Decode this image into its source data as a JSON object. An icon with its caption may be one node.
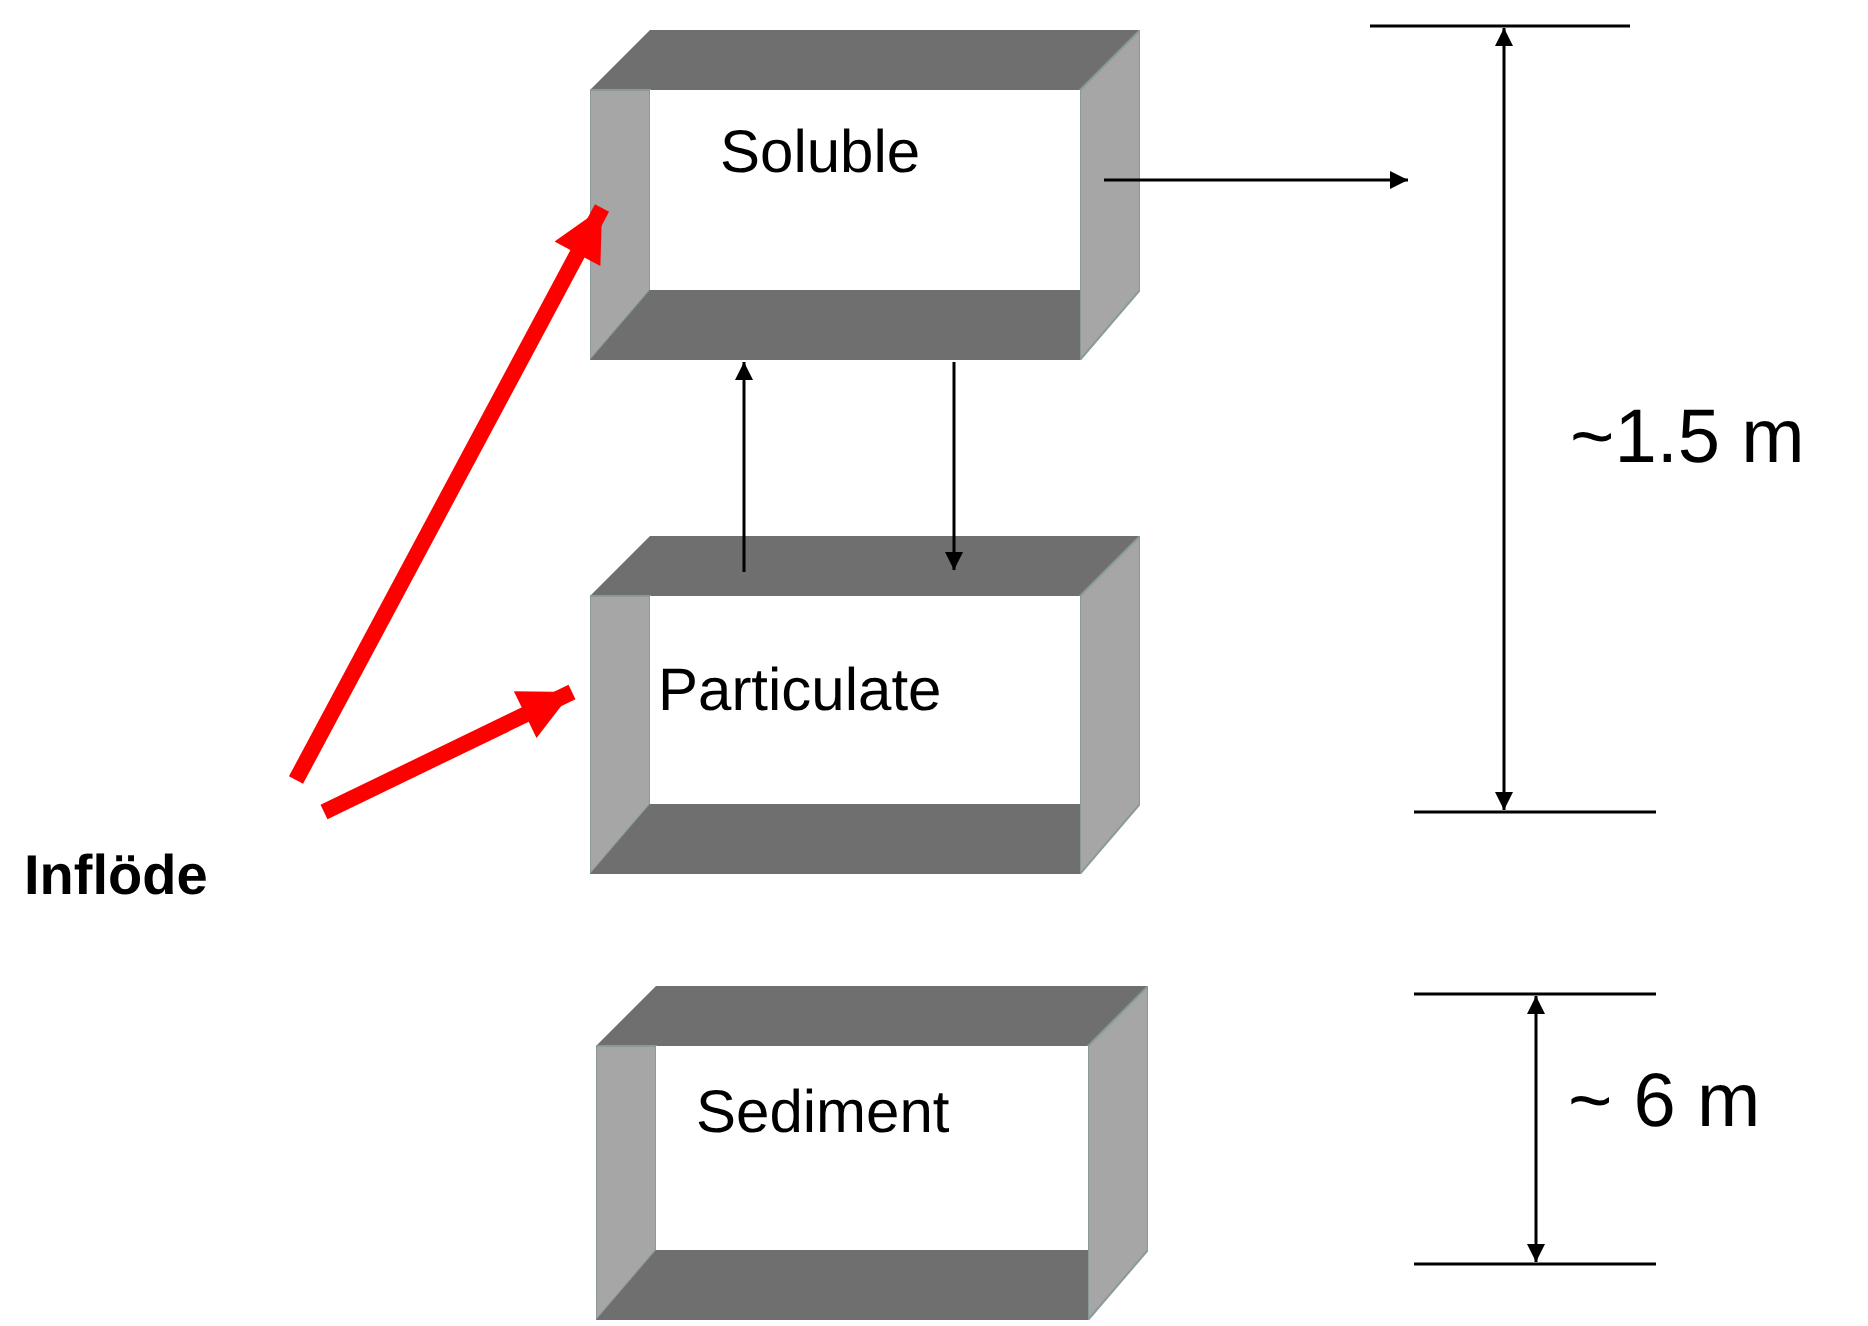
{
  "diagram": {
    "nodes": [
      {
        "text": [
          "Soluble"
        ]
      },
      {
        "text": [
          "Particulate"
        ]
      },
      {
        "text": [
          "Sediment"
        ]
      },
      {
        "text": [
          "Inflöde"
        ]
      }
    ],
    "edges": [
      {
        "from": 3,
        "to": 0,
        "arrow": "to",
        "style": "thick",
        "color": "#ff0000"
      },
      {
        "from": 3,
        "to": 1,
        "arrow": "to",
        "style": "thick",
        "color": "#ff0000"
      },
      {
        "from": 1,
        "to": 0,
        "arrow": "to"
      },
      {
        "from": 0,
        "to": 1,
        "arrow": "to"
      },
      {
        "from": 0,
        "to": null,
        "arrow": "to"
      }
    ],
    "labels": [
      "~1.5 m",
      "~ 6 m"
    ]
  }
}
